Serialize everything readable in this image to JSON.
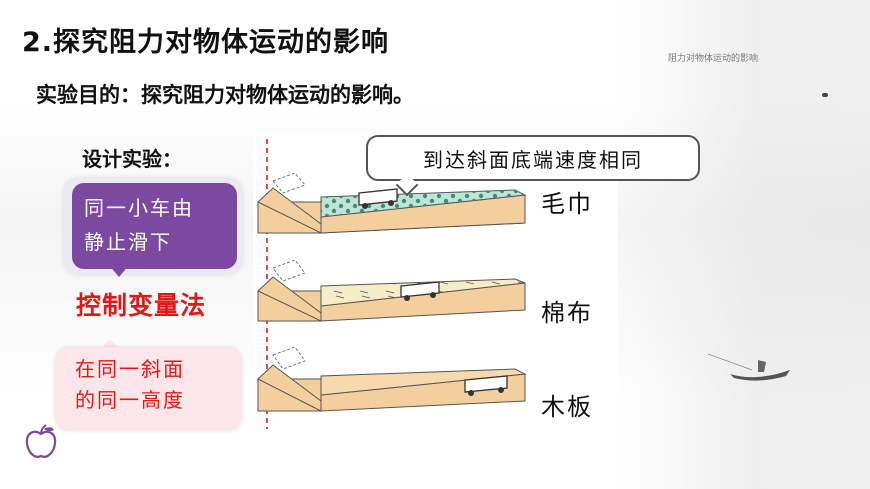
{
  "slide": {
    "title": "2.探究阻力对物体运动的影响",
    "watermark_subtitle": "阻力对物体运动的影响",
    "purpose": "实验目的：探究阻力对物体运动的影响。",
    "design_label": "设计实验："
  },
  "callouts": {
    "same_speed": "到达斜面底端速度相同",
    "same_cart_line1": "同一小车由",
    "same_cart_line2": "静止滑下",
    "method": "控制变量法",
    "same_slope_line1": "在同一斜面",
    "same_slope_line2": "的同一高度"
  },
  "surfaces": [
    {
      "label": "毛巾"
    },
    {
      "label": "棉布"
    },
    {
      "label": "木板"
    }
  ],
  "colors": {
    "purple": "#7b4aa0",
    "red_text": "#e01818",
    "pink_bg": "#fde6ea",
    "board": "#f3cf9e",
    "towel": "#bfe3d8",
    "cloth": "#f6ecc8",
    "dashed_line": "#d42020"
  },
  "icons": {
    "apple": "apple-icon",
    "boat": "boat-icon"
  }
}
